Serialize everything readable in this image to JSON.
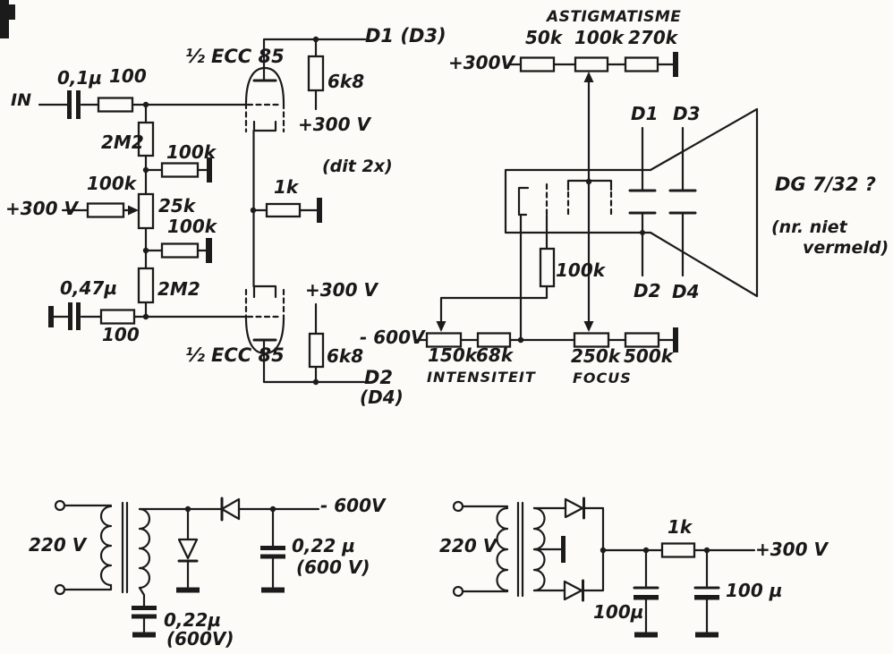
{
  "colors": {
    "ink": "#1b1b1b",
    "paper": "#fcfbf8"
  },
  "amplifier": {
    "input": "IN",
    "c_in_top": "0,1µ",
    "r_stop_top": "100",
    "r_grid_top": "2M2",
    "r_bleed_top": "100k",
    "supply_left": "+300 V",
    "r_feed": "100k",
    "pot_balance": "25k",
    "r_bleed_bottom": "100k",
    "r_grid_bottom": "2M2",
    "c_in_bottom": "0,47µ",
    "r_stop_bottom": "100",
    "tube_top": "½ ECC 85",
    "tube_bottom": "½ ECC 85",
    "out_top": "D1 (D3)",
    "r_anode_top": "6k8",
    "supply_anode_top": "+300 V",
    "note_dit2x": "(dit 2x)",
    "r_cathode": "1k",
    "supply_anode_bottom": "+300 V",
    "r_anode_bottom": "6k8",
    "out_bottom": "D2",
    "out_bottom_alt": "(D4)"
  },
  "crt": {
    "astig_title": "ASTIGMATISME",
    "astig_r1": "50k",
    "astig_pot": "100k",
    "astig_r2": "270k",
    "astig_supply": "+300V",
    "d1": "D1",
    "d3": "D3",
    "d2": "D2",
    "d4": "D4",
    "tube_type": "DG 7/32 ?",
    "tube_note1": "(nr. niet",
    "tube_note2": "vermeld)",
    "r_grid": "100k",
    "neg_supply": "- 600V",
    "pot_intensity": "150k",
    "r_intensity": "68k",
    "intensity_label": "INTENSITEIT",
    "pot_focus": "250k",
    "r_focus": "500k",
    "focus_label": "FOCUS"
  },
  "psu_neg": {
    "mains": "220 V",
    "out": "- 600V",
    "c1": "0,22 µ",
    "c1_v": "(600 V)",
    "c2": "0,22µ",
    "c2_v": "(600V)"
  },
  "psu_pos": {
    "mains": "220 V",
    "r_filter": "1k",
    "out": "+300 V",
    "c1": "100µ",
    "c2": "100 µ"
  }
}
